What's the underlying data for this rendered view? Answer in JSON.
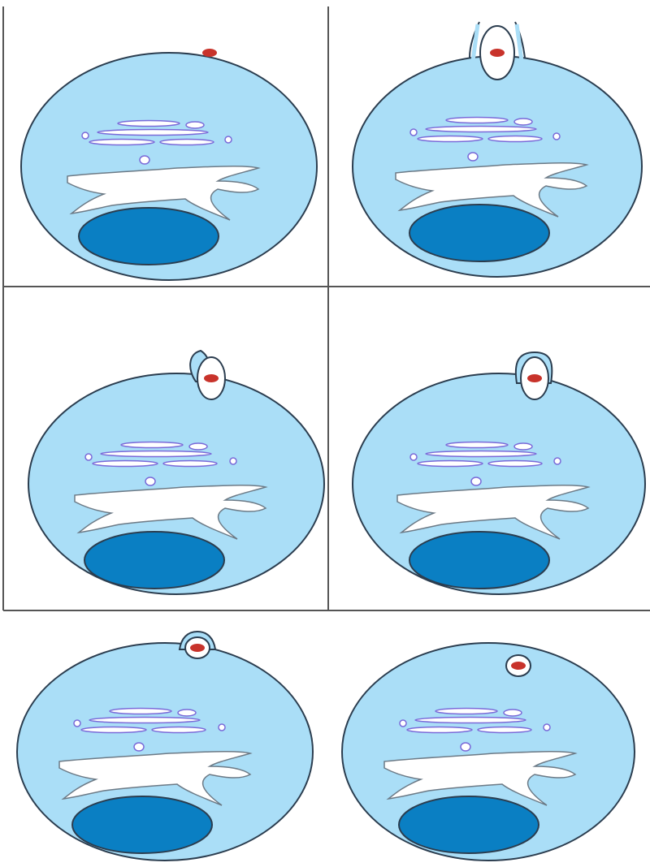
{
  "figure": {
    "type": "sequence-diagram",
    "description_text": "",
    "panel_count": 6,
    "colors": {
      "background": "#ffffff",
      "grid_line": "#555555",
      "cell_fill": "#aadef7",
      "cell_outline": "#2b3d4f",
      "nucleus_fill": "#0a7fc3",
      "organelle_fill": "#ffffff",
      "organelle_outline": "#7a6ad8",
      "particle_fill": "#c8332b",
      "vesicle_fill": "#ffffff"
    },
    "panels": [
      {
        "id": "panel-1",
        "stage": "particle-outside-membrane",
        "icons": [
          "cell-icon",
          "nucleus-icon",
          "particle-icon"
        ]
      },
      {
        "id": "panel-2",
        "stage": "membrane-extending-around-particle",
        "icons": [
          "cell-icon",
          "nucleus-icon",
          "particle-icon",
          "vesicle-icon"
        ]
      },
      {
        "id": "panel-3",
        "stage": "membrane-closing-around-particle",
        "icons": [
          "cell-icon",
          "nucleus-icon",
          "particle-icon",
          "vesicle-icon"
        ]
      },
      {
        "id": "panel-4",
        "stage": "membrane-fused-over-particle",
        "icons": [
          "cell-icon",
          "nucleus-icon",
          "particle-icon",
          "vesicle-icon"
        ]
      },
      {
        "id": "panel-5",
        "stage": "vesicle-pinching-off",
        "icons": [
          "cell-icon",
          "nucleus-icon",
          "particle-icon",
          "vesicle-icon"
        ]
      },
      {
        "id": "panel-6",
        "stage": "vesicle-inside-cell",
        "icons": [
          "cell-icon",
          "nucleus-icon",
          "particle-icon",
          "vesicle-icon"
        ]
      }
    ]
  }
}
